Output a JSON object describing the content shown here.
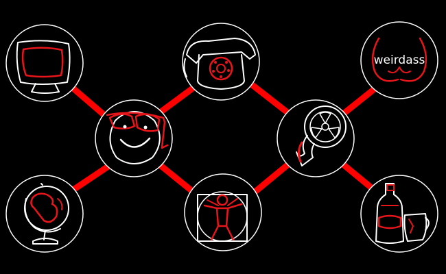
{
  "colors": {
    "background": "#000000",
    "connector": "#ff0000",
    "outline": "#ffffff",
    "accent": "#e8151b"
  },
  "nodes": [
    {
      "id": "tv",
      "icon": "television-icon"
    },
    {
      "id": "smiley",
      "icon": "smiley-with-glasses-icon"
    },
    {
      "id": "phone",
      "icon": "rotary-phone-icon"
    },
    {
      "id": "film",
      "icon": "film-reel-icon"
    },
    {
      "id": "weirdass",
      "icon": "weirdass-logo-icon",
      "label": "weirdass"
    },
    {
      "id": "globe",
      "icon": "globe-icon"
    },
    {
      "id": "vitruvian",
      "icon": "vitruvian-man-icon"
    },
    {
      "id": "bottles",
      "icon": "bottles-icon"
    }
  ]
}
